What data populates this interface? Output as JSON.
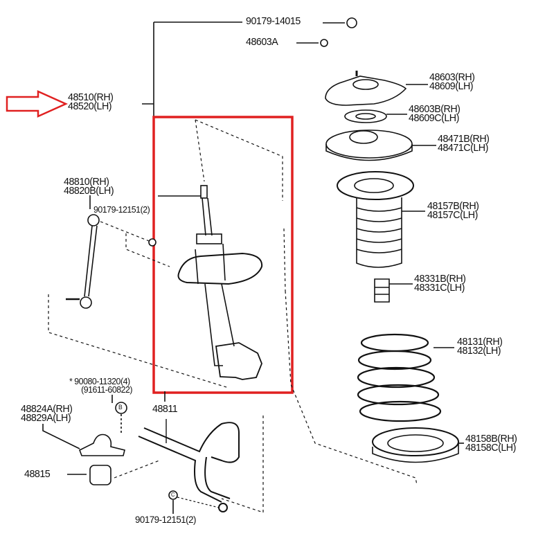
{
  "diagram": {
    "highlight_color": "#e02020",
    "highlighted_part": {
      "rh": "48510(RH)",
      "lh": "48520(LH)"
    },
    "labels": {
      "nut_top": "90179-14015",
      "nut_a": "48603A",
      "mount": {
        "rh": "48603(RH)",
        "lh": "48609(LH)"
      },
      "bearing": {
        "rh": "48603B(RH)",
        "lh": "48609C(LH)"
      },
      "upper_seat": {
        "rh": "48471B(RH)",
        "lh": "48471C(LH)"
      },
      "boot": {
        "rh": "48157B(RH)",
        "lh": "48157C(LH)"
      },
      "bumper": {
        "rh": "48331B(RH)",
        "lh": "48331C(LH)"
      },
      "spring": {
        "rh": "48131(RH)",
        "lh": "48132(LH)"
      },
      "lower_insulator": {
        "rh": "48158B(RH)",
        "lh": "48158C(LH)"
      },
      "link": {
        "rh": "48810(RH)",
        "lh": "48820B(LH)"
      },
      "link_nut": "90179-12151(2)",
      "bolt": {
        "line1": "* 90080-11320(4)",
        "line2": "(91611-60822)"
      },
      "bracket": {
        "rh": "48824A(RH)",
        "lh": "48829A(LH)"
      },
      "stabilizer_bar": "48811",
      "bushing": "48815",
      "bar_nut": "90179-12151(2)",
      "bolt_marker": "B",
      "nut_marker": "C"
    }
  }
}
